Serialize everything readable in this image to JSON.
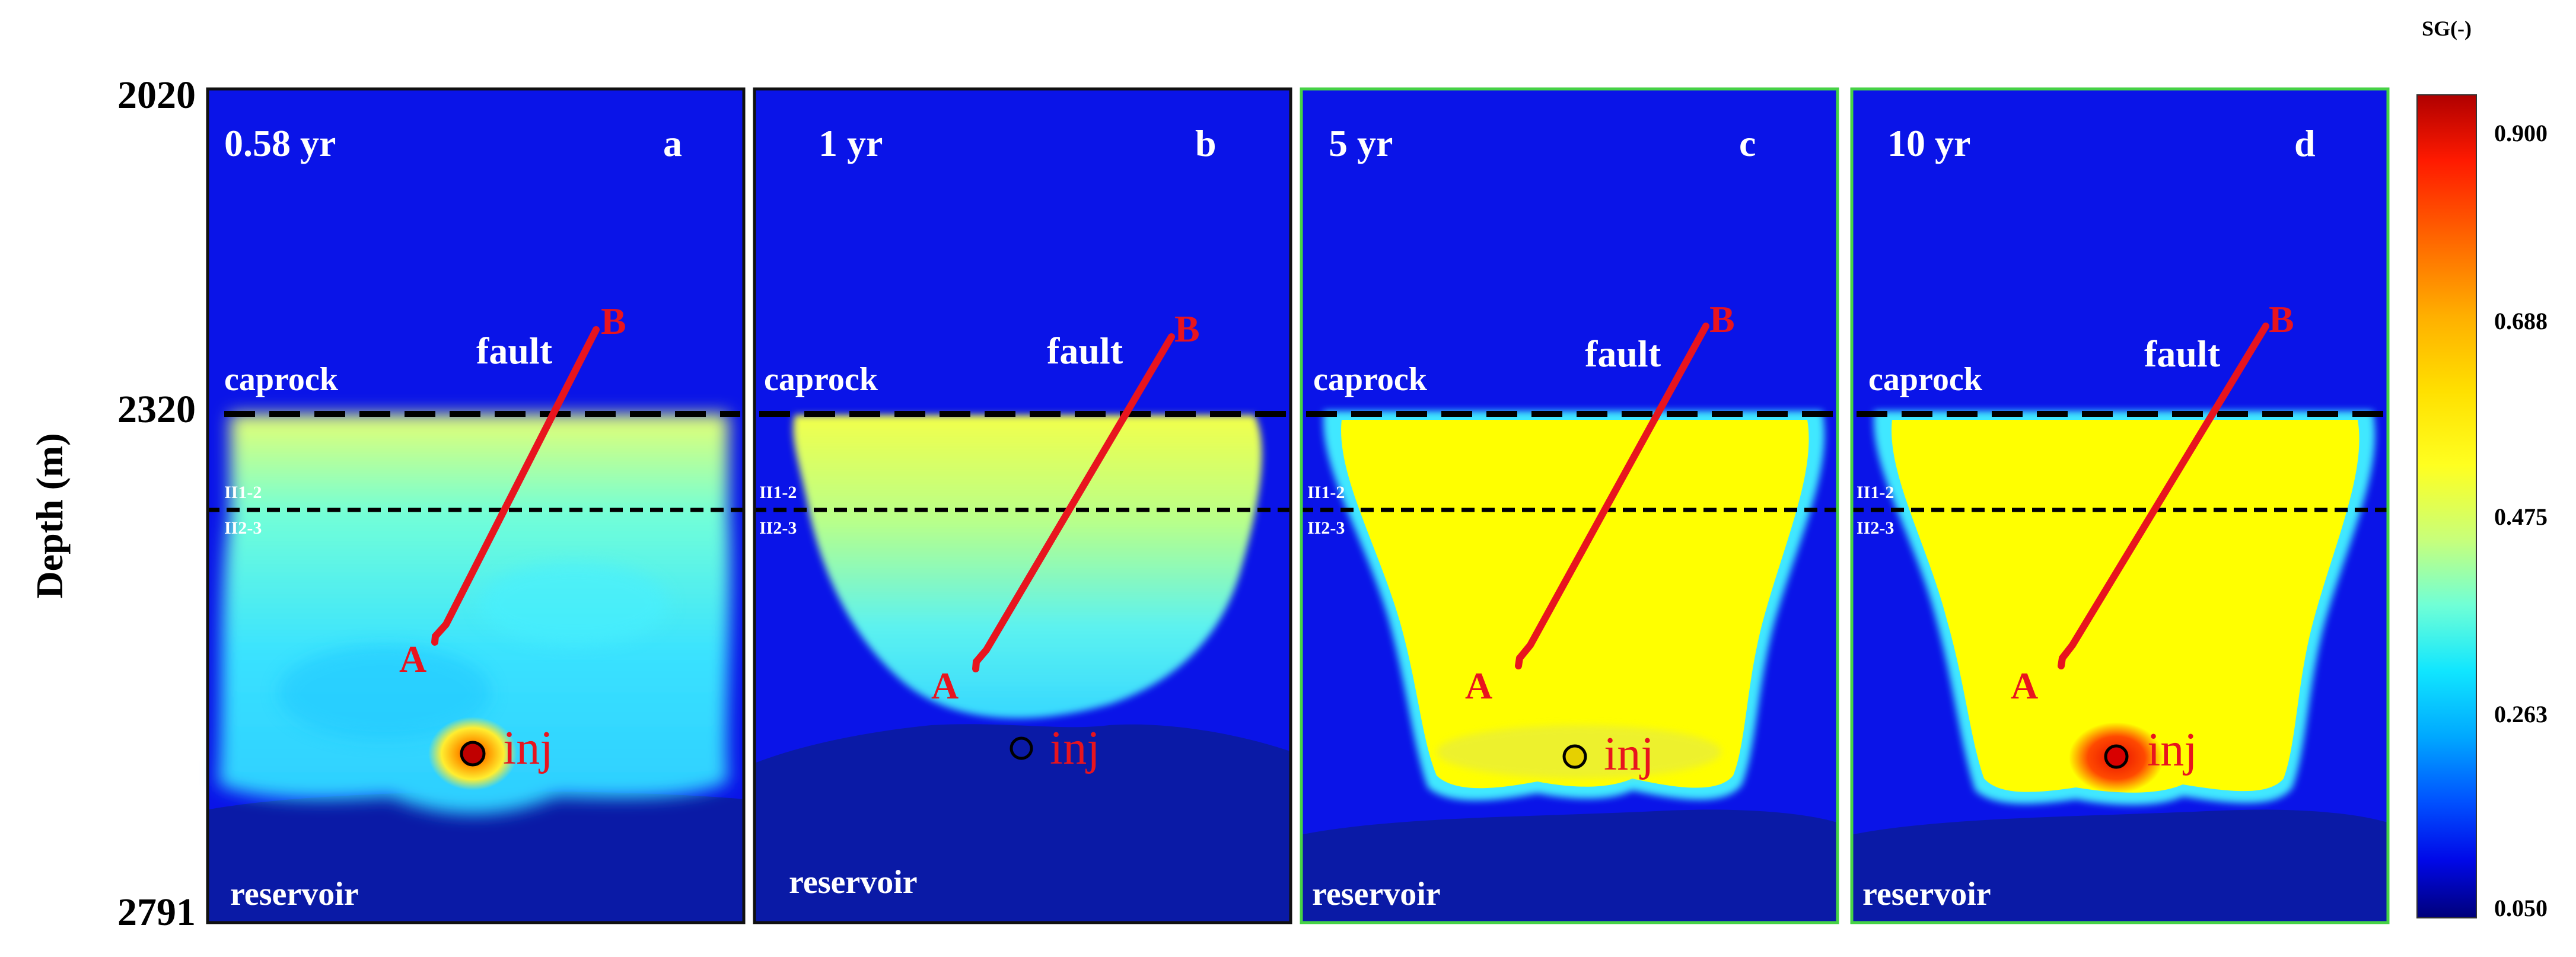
{
  "figure": {
    "y_axis": {
      "label": "Depth (m)",
      "ticks": [
        "2020",
        "2320",
        "2791"
      ]
    },
    "legend": {
      "title": "SG(-)",
      "ticks": [
        "0.900",
        "0.688",
        "0.475",
        "0.263",
        "0.050"
      ],
      "colors": [
        "#00007a",
        "#0000ee",
        "#0058ff",
        "#00b4ff",
        "#10e8ff",
        "#80ffd0",
        "#d8ff60",
        "#ffff00",
        "#ffd400",
        "#ffa000",
        "#ff6000",
        "#ff2000",
        "#c00000"
      ]
    },
    "panels": [
      {
        "time": "0.58 yr",
        "letter": "a"
      },
      {
        "time": "1 yr",
        "letter": "b"
      },
      {
        "time": "5 yr",
        "letter": "c"
      },
      {
        "time": "10 yr",
        "letter": "d"
      }
    ],
    "labels": {
      "caprock": "caprock",
      "fault": "fault",
      "point_a": "A",
      "point_b": "B",
      "layer_upper": "II1-2",
      "layer_lower": "II2-3",
      "injection": "inj",
      "reservoir": "reservoir"
    },
    "colors": {
      "background_blue": "#0a14e8",
      "reservoir_blue": "#0a1aa6",
      "fault_red": "#e8141e",
      "label_red": "#e8141e",
      "frame_black": "#111111",
      "frame_green": "#46d246"
    }
  }
}
